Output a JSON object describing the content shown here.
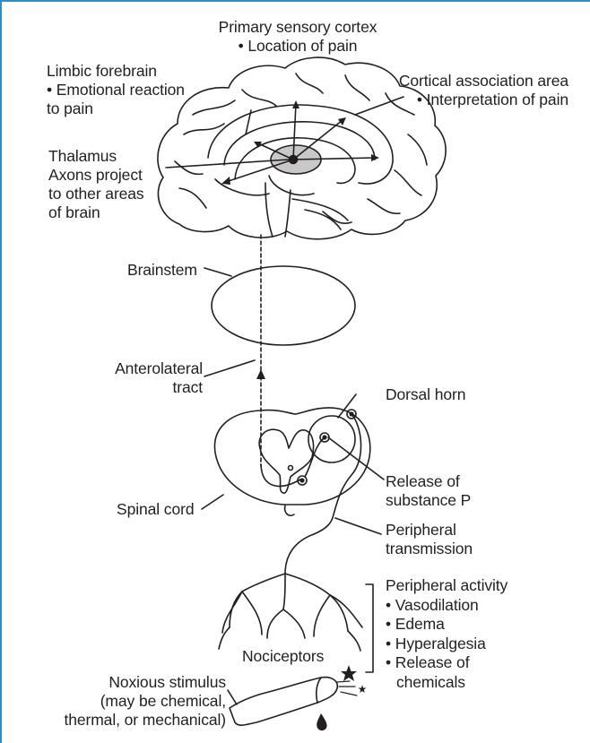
{
  "colors": {
    "frame": "#2f8fc4",
    "ink": "#231f20",
    "thalamus_fill": "#c8c8c8"
  },
  "labels": {
    "primary_sensory_cortex": [
      "Primary sensory cortex",
      "• Location of pain"
    ],
    "limbic_forebrain": [
      "Limbic forebrain",
      "• Emotional reaction",
      "to pain"
    ],
    "cortical_association": [
      "Cortical association area",
      "• Interpretation of pain"
    ],
    "thalamus": [
      "Thalamus",
      "Axons project",
      "to other areas",
      "of brain"
    ],
    "brainstem": [
      "Brainstem"
    ],
    "anterolateral": [
      "Anterolateral",
      "tract"
    ],
    "dorsal_horn": [
      "Dorsal horn"
    ],
    "substance_p": [
      "Release of",
      "substance P"
    ],
    "spinal_cord": [
      "Spinal cord"
    ],
    "peripheral_transmission": [
      "Peripheral",
      "transmission"
    ],
    "peripheral_activity": [
      "Peripheral activity",
      "• Vasodilation",
      "• Edema",
      "• Hyperalgesia",
      "• Release of",
      "chemicals"
    ],
    "nociceptors": [
      "Nociceptors"
    ],
    "noxious_stimulus": [
      "Noxious stimulus",
      "(may be chemical,",
      "thermal, or mechanical)"
    ]
  }
}
